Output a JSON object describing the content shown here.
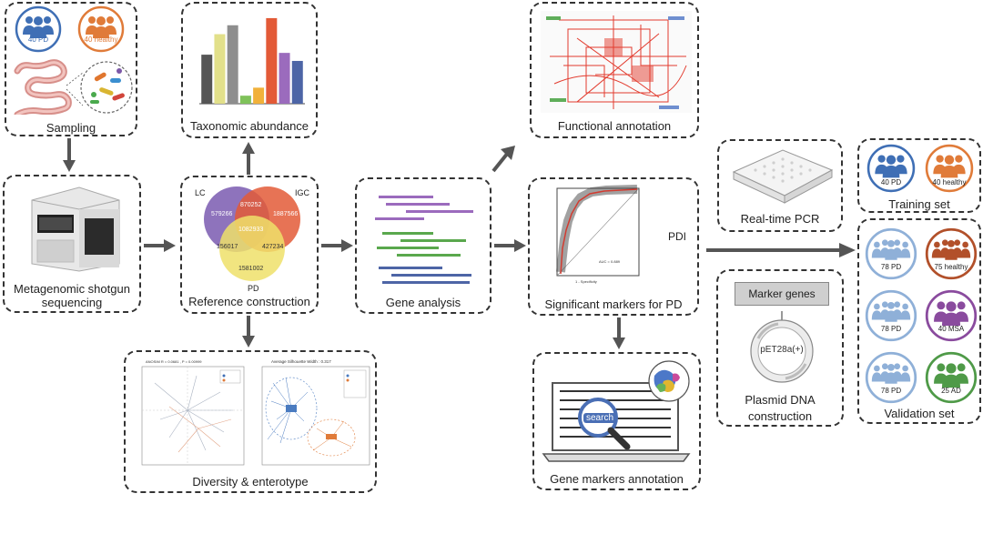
{
  "sampling": {
    "pd_label": "40 PD",
    "healthy_label": "40 healthy",
    "caption": "Sampling"
  },
  "taxonomic": {
    "caption": "Taxonomic abundance"
  },
  "functional": {
    "caption": "Functional annotation"
  },
  "metagenomic": {
    "caption_line1": "Metagenomic shotgun",
    "caption_line2": "sequencing"
  },
  "reference": {
    "caption": "Reference construction",
    "venn_labels": {
      "lc": "LC",
      "igc": "IGC",
      "pd": "PD"
    },
    "venn_values": {
      "lc_only": "579266",
      "lc_igc": "870252",
      "igc_only": "1887566",
      "center": "1082933",
      "lc_pd": "156017",
      "igc_pd": "427234",
      "pd_only": "1581002"
    }
  },
  "gene_analysis": {
    "caption": "Gene analysis"
  },
  "markers": {
    "caption": "Significant markers for PD",
    "side_label": "PDI"
  },
  "diversity": {
    "caption": "Diversity & enterotype",
    "left_plot_title": "ANOSIM R = 0.0681 , P = 0.00999",
    "right_plot_title": "Average Silhouette Width : 0.317"
  },
  "gene_markers": {
    "caption": "Gene markers annotation",
    "search_label": "search"
  },
  "pcr": {
    "caption": "Real-time PCR"
  },
  "plasmid": {
    "marker_label": "Marker genes",
    "plasmid_label": "pET28a(+)",
    "caption_line1": "Plasmid DNA",
    "caption_line2": "construction"
  },
  "training": {
    "caption": "Training set",
    "groups": [
      "40 PD",
      "40 healthy"
    ]
  },
  "validation": {
    "caption": "Validation set",
    "groups": [
      "78 PD",
      "75 healthy",
      "78 PD",
      "40 MSA",
      "78 PD",
      "25 AD"
    ]
  },
  "colors": {
    "pd_blue": "#3f6fb5",
    "healthy_orange": "#e07b39",
    "pd_light": "#8fb0d8",
    "healthy_dark": "#b2502a",
    "msa_purple": "#8a4b9e",
    "ad_green": "#4f9a48",
    "arrow": "#555555"
  },
  "taxonomic_chart": {
    "values": [
      0.55,
      0.78,
      0.88,
      0.09,
      0.18,
      0.96,
      0.57,
      0.48
    ]
  }
}
